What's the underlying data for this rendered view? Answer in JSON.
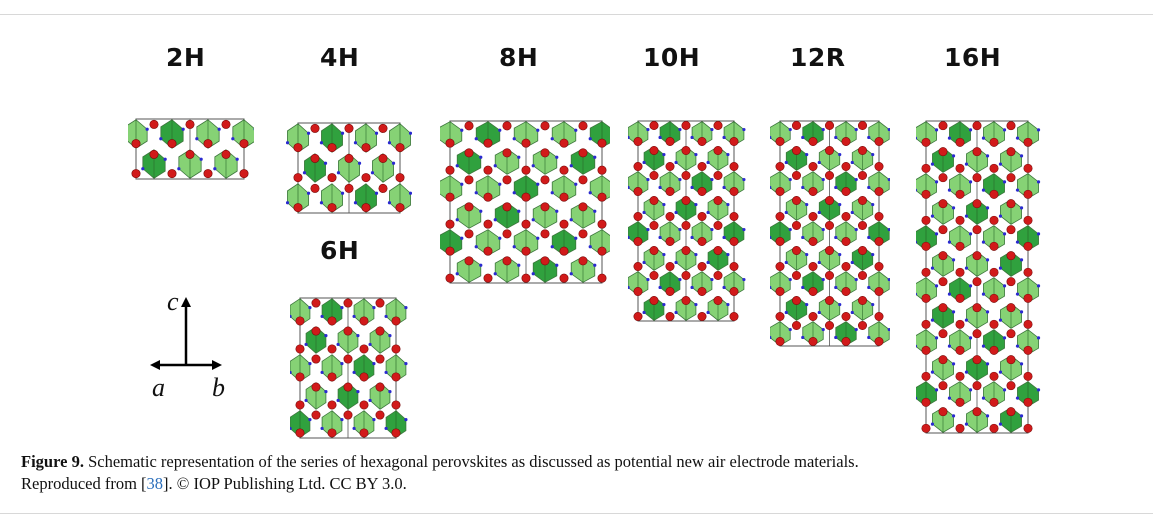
{
  "figure": {
    "polytypes": [
      {
        "id": "2H",
        "label": "2H"
      },
      {
        "id": "4H",
        "label": "4H"
      },
      {
        "id": "6H",
        "label": "6H"
      },
      {
        "id": "8H",
        "label": "8H"
      },
      {
        "id": "10H",
        "label": "10H"
      },
      {
        "id": "12R",
        "label": "12R"
      },
      {
        "id": "16H",
        "label": "16H"
      }
    ],
    "axes": {
      "c": "c",
      "a": "a",
      "b": "b"
    },
    "colors": {
      "octahedron_light": "#7ccf6a",
      "octahedron_dark": "#1f9a2e",
      "oxygen": "#d11a1a",
      "cation": "#2a2ad0",
      "cell": "#555555"
    }
  },
  "caption": {
    "label": "Figure 9.",
    "text_1": " Schematic representation of the series of hexagonal perovskites as discussed as potential new air electrode materials.",
    "text_2": "Reproduced from [",
    "ref": "38",
    "text_3": "]. © IOP Publishing Ltd. CC BY 3.0."
  }
}
